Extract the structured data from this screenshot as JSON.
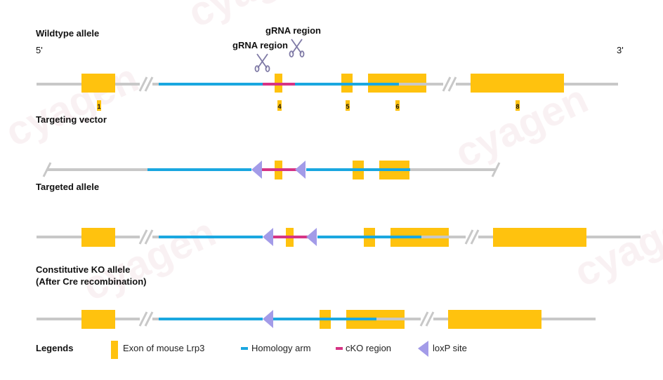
{
  "colors": {
    "backbone": "#c8c8c8",
    "exon": "#ffc20e",
    "homology": "#1aa7e0",
    "cko": "#d63384",
    "loxp": "#a39be8",
    "scissors": "#7f7aa6",
    "watermark": "#f3e3e6"
  },
  "labels": {
    "wildtype": "Wildtype allele",
    "five_prime": "5'",
    "three_prime": "3'",
    "grna_1": "gRNA region",
    "grna_2": "gRNA region",
    "targeting_vector": "Targeting vector",
    "targeted_allele": "Targeted allele",
    "ko_allele_line1": "Constitutive KO allele",
    "ko_allele_line2": "(After Cre recombination)"
  },
  "exon_numbers": [
    "1",
    "4",
    "5",
    "6",
    "8"
  ],
  "legend": {
    "title": "Legends",
    "items": [
      {
        "label": "Exon of mouse Lrp3",
        "icon": "exon-box-icon"
      },
      {
        "label": "Homology arm",
        "icon": "homology-line-icon"
      },
      {
        "label": "cKO region",
        "icon": "cko-line-icon"
      },
      {
        "label": "loxP site",
        "icon": "loxp-triangle-icon"
      }
    ]
  },
  "watermark": "cyagen"
}
